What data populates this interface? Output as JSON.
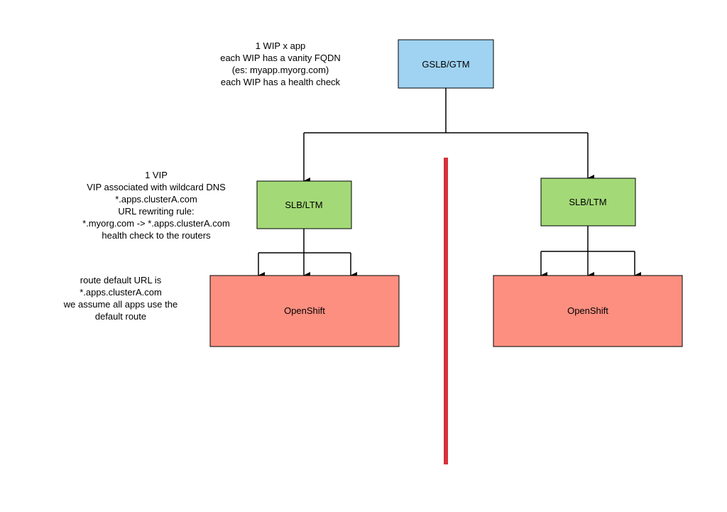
{
  "colors": {
    "gslb_fill": "#9fd3f1",
    "slb_fill": "#a3d977",
    "openshift_fill": "#fc8f80",
    "divider": "#d6313a",
    "stroke": "#000000"
  },
  "nodes": {
    "gslb": {
      "label": "GSLB/GTM"
    },
    "slb_left": {
      "label": "SLB/LTM"
    },
    "slb_right": {
      "label": "SLB/LTM"
    },
    "openshift_left": {
      "label": "OpenShift"
    },
    "openshift_right": {
      "label": "OpenShift"
    }
  },
  "notes": {
    "gslb": [
      "1 WIP x app",
      "each WIP has a vanity FQDN",
      "(es: myapp.myorg.com)",
      "each WIP has a health check"
    ],
    "vip": [
      "1 VIP",
      "VIP associated with wildcard DNS",
      "*.apps.clusterA.com",
      "URL rewriting rule:",
      "*.myorg.com -> *.apps.clusterA.com",
      "health check to the routers"
    ],
    "route": [
      "route default URL is",
      "*.apps.clusterA.com",
      "we assume all apps use the",
      "default route"
    ]
  }
}
